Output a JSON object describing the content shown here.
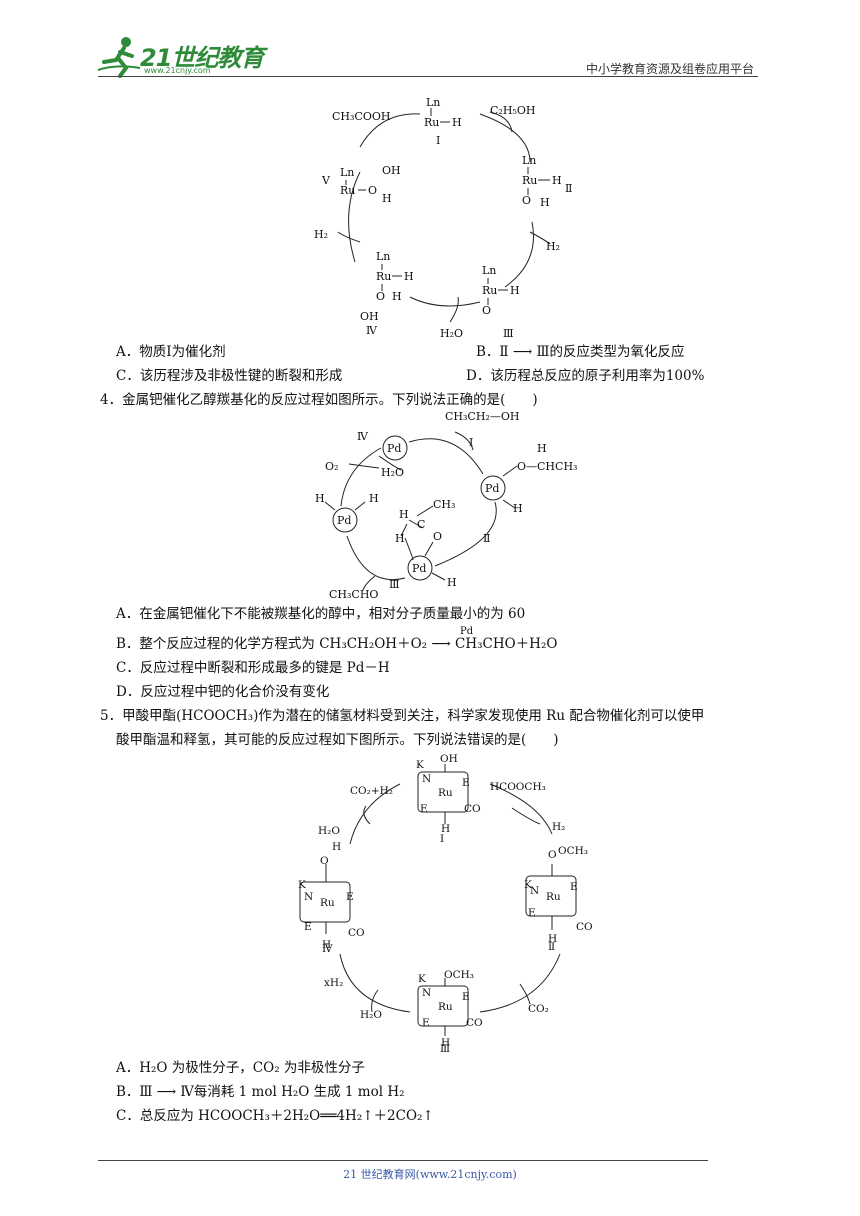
{
  "header": {
    "logo_text": "21世纪教育",
    "logo_url": "www.21cnjy.com",
    "right_text": "中小学教育资源及组卷应用平台"
  },
  "q3": {
    "options": [
      "A．物质Ⅰ为催化剂",
      "B．Ⅱ ⟶ Ⅲ的反应类型为氧化反应",
      "C．该历程涉及非极性键的断裂和形成",
      "D．该历程总反应的原子利用率为100%"
    ]
  },
  "q4": {
    "stem": "4．金属钯催化乙醇羰基化的反应过程如图所示。下列说法正确的是(　　)",
    "options": [
      "A．在金属钯催化下不能被羰基化的醇中，相对分子质量最小的为 60",
      "B．整个反应过程的化学方程式为 CH₃CH₂OH＋O₂ ⟶ CH₃CHO＋H₂O",
      "C．反应过程中断裂和形成最多的键是 Pd－H",
      "D．反应过程中钯的化合价没有变化"
    ],
    "arrow_label": "Pd"
  },
  "q5": {
    "stem_line1": "5．甲酸甲酯(HCOOCH₃)作为潜在的储氢材料受到关注，科学家发现使用 Ru 配合物催化剂可以使甲",
    "stem_line2": "酸甲酯温和释氢，其可能的反应过程如下图所示。下列说法错误的是(　　)",
    "options": [
      "A．H₂O 为极性分子，CO₂ 为非极性分子",
      "B．Ⅲ ⟶ Ⅳ每消耗 1 mol H₂O 生成 1 mol H₂",
      "C．总反应为 HCOOCH₃＋2H₂O══4H₂↑＋2CO₂↑"
    ]
  },
  "diagram1": {
    "labels": [
      "CH₃COOH",
      "C₂H₅OH",
      "H₂",
      "H₂",
      "H₂O",
      "Ⅰ",
      "Ⅱ",
      "Ⅲ",
      "Ⅳ",
      "Ⅴ",
      "Ln",
      "Ru",
      "H",
      "OH",
      "O"
    ]
  },
  "diagram2": {
    "labels": [
      "CH₃CH₂—OH",
      "Ⅰ",
      "Ⅱ",
      "Ⅲ",
      "Ⅳ",
      "O₂",
      "H₂O",
      "CH₃CHO",
      "Pd",
      "O—CHCH₃",
      "H",
      "CH₃"
    ]
  },
  "diagram3": {
    "labels": [
      "CO₂+H₂",
      "HCOOCH₃",
      "H₂",
      "CO₂",
      "xH₂",
      "H₂O",
      "H₂O",
      "Ⅰ",
      "Ⅱ",
      "Ⅲ",
      "Ⅳ",
      "Ru",
      "CO",
      "K",
      "N",
      "E",
      "OH",
      "OCH₃",
      "H"
    ]
  },
  "footer": {
    "text": "21 世纪教育网(www.21cnjy.com)"
  }
}
